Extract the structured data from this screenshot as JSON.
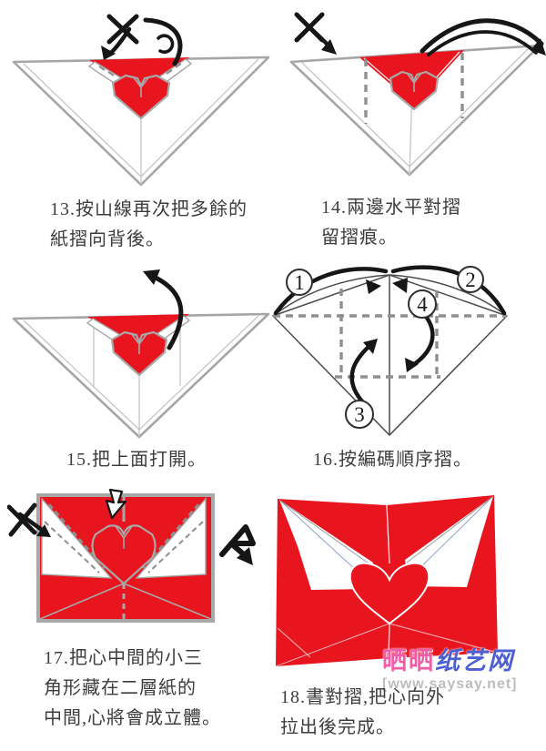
{
  "document": {
    "type": "origami-instruction-sheet",
    "language": "zh-Hant",
    "subject": "heart envelope folding steps 13-18"
  },
  "steps": [
    {
      "id": "13",
      "caption_lines": [
        "13.按山線再次把多餘的",
        "紙摺向背後。"
      ]
    },
    {
      "id": "14",
      "caption_lines": [
        "14.兩邊水平對摺",
        "留摺痕。"
      ]
    },
    {
      "id": "15",
      "caption_lines": [
        "15.把上面打開。"
      ]
    },
    {
      "id": "16",
      "caption_lines": [
        "16.按編碼順序摺。"
      ],
      "fold_order_labels": [
        "1",
        "2",
        "3",
        "4"
      ]
    },
    {
      "id": "17",
      "caption_lines": [
        "17.把心中間的小三",
        "角形藏在二層紙的",
        "中間,心將會成立體。"
      ]
    },
    {
      "id": "18",
      "caption_lines": [
        "18.書對摺,把心向外",
        "拉出後完成。"
      ]
    }
  ],
  "watermark": {
    "brand_pink": "晒晒",
    "brand_blue": "纸艺网",
    "url": "[www.saysay.net]"
  },
  "colors": {
    "page_bg": "#ffffff",
    "paper_red": "#e8141e",
    "outline_gray": "#a6a6a6",
    "crease_gray": "#c6c6c6",
    "dash_gray": "#8f8f8f",
    "edge_dark": "#4c4c4c",
    "arrow_black": "#161616",
    "heart_outline": "#a8a8a8",
    "caption_text": "#3d3d3d",
    "watermark_pink": "#f25ca6",
    "watermark_blue": "#4c5fd0",
    "watermark_gray": "#bdbdbd"
  }
}
